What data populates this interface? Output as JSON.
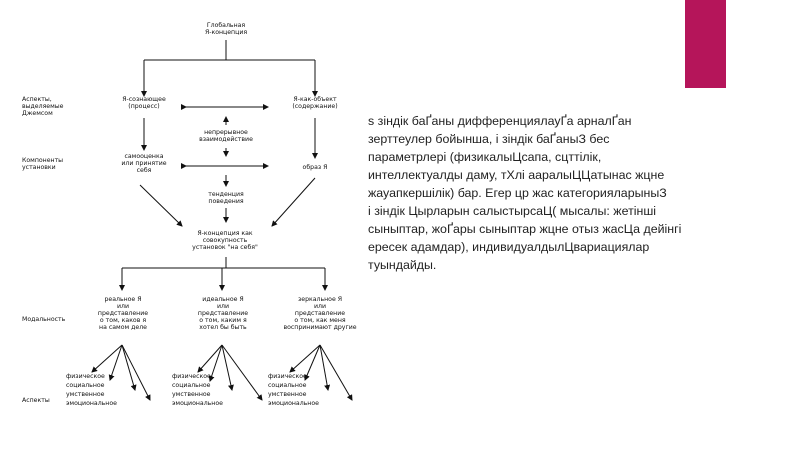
{
  "slide": {
    "accent_color": "#b5155a",
    "paragraph": "s зiндiк баҐаны дифференциялауҐа арналҐан\nзерттеулер бойынша, i зiндiк баҐаныЗ бес\nпараметрлерi (физикалыЦсапа, сцттiлiк,\nинтеллектуалды даму, тХлi ааралыЦЦатынас жцне\nжауапкершiлiк) бар. Егер цр жас категорияларыныЗ\ni зiндiк Цырларын салыстырсаЦ( мысалы: жетiншi\nсыныптар, жоҐары сыныптар жцне отыз жасЦа дейiнгi\nересек адамдар), индивидуалдылЦвариациялар\nтуындайды."
  },
  "diagram": {
    "global": "Глобальная\nЯ-концепция",
    "left_aspects": "Аспекты,\nвыделяемые\nДжемсом",
    "self_process": "Я-сознающее\n(процесс)",
    "self_object": "Я-как-объект\n(содержание)",
    "interaction": "непрерывное\nвзаимодействие",
    "left_components": "Компоненты\nустановки",
    "self_esteem": "самооценка\nили принятие\nсебя",
    "self_image": "образ Я",
    "behavior": "тенденция\nповедения",
    "concept_set": "Я-концепция как\nсовокупность\nустановок \"на себя\"",
    "left_modalities": "Модальность",
    "real_self": "реальное Я\nили\nпредставление\nо том, каков я\nна самом деле",
    "ideal_self": "идеальное Я\nили\nпредставление\nо том, каким я\nхотел бы быть",
    "mirror_self": "зеркальное Я\nили\nпредставление\nо том, как меня\nвоспринимают другие",
    "left_aspects2": "Аспекты",
    "aspect_list": "физическое\nсоциальное\nумственное\nэмоциональное"
  }
}
